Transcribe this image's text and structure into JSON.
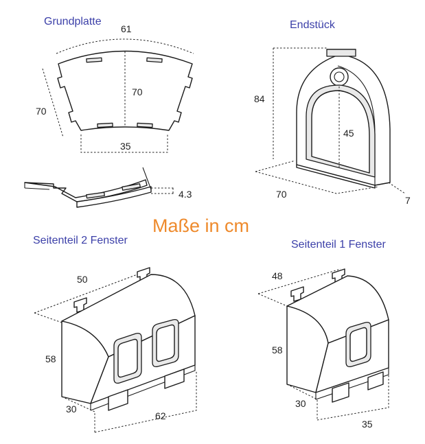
{
  "parts": {
    "grundplatte": {
      "title": "Grundplatte",
      "dims": {
        "top": "61",
        "left": "70",
        "inner": "70",
        "bottom": "35",
        "thickness": "4.3"
      }
    },
    "endstueck": {
      "title": "Endstück",
      "dims": {
        "height": "84",
        "inner": "45",
        "width": "70",
        "depth": "7"
      }
    },
    "seitenteil2": {
      "title": "Seitenteil 2 Fenster",
      "dims": {
        "depth": "50",
        "height": "58",
        "front": "30",
        "length": "62"
      }
    },
    "seitenteil1": {
      "title": "Seitenteil 1 Fenster",
      "dims": {
        "depth": "48",
        "height": "58",
        "front": "30",
        "length": "35"
      }
    }
  },
  "center_title": "Maße in cm"
}
